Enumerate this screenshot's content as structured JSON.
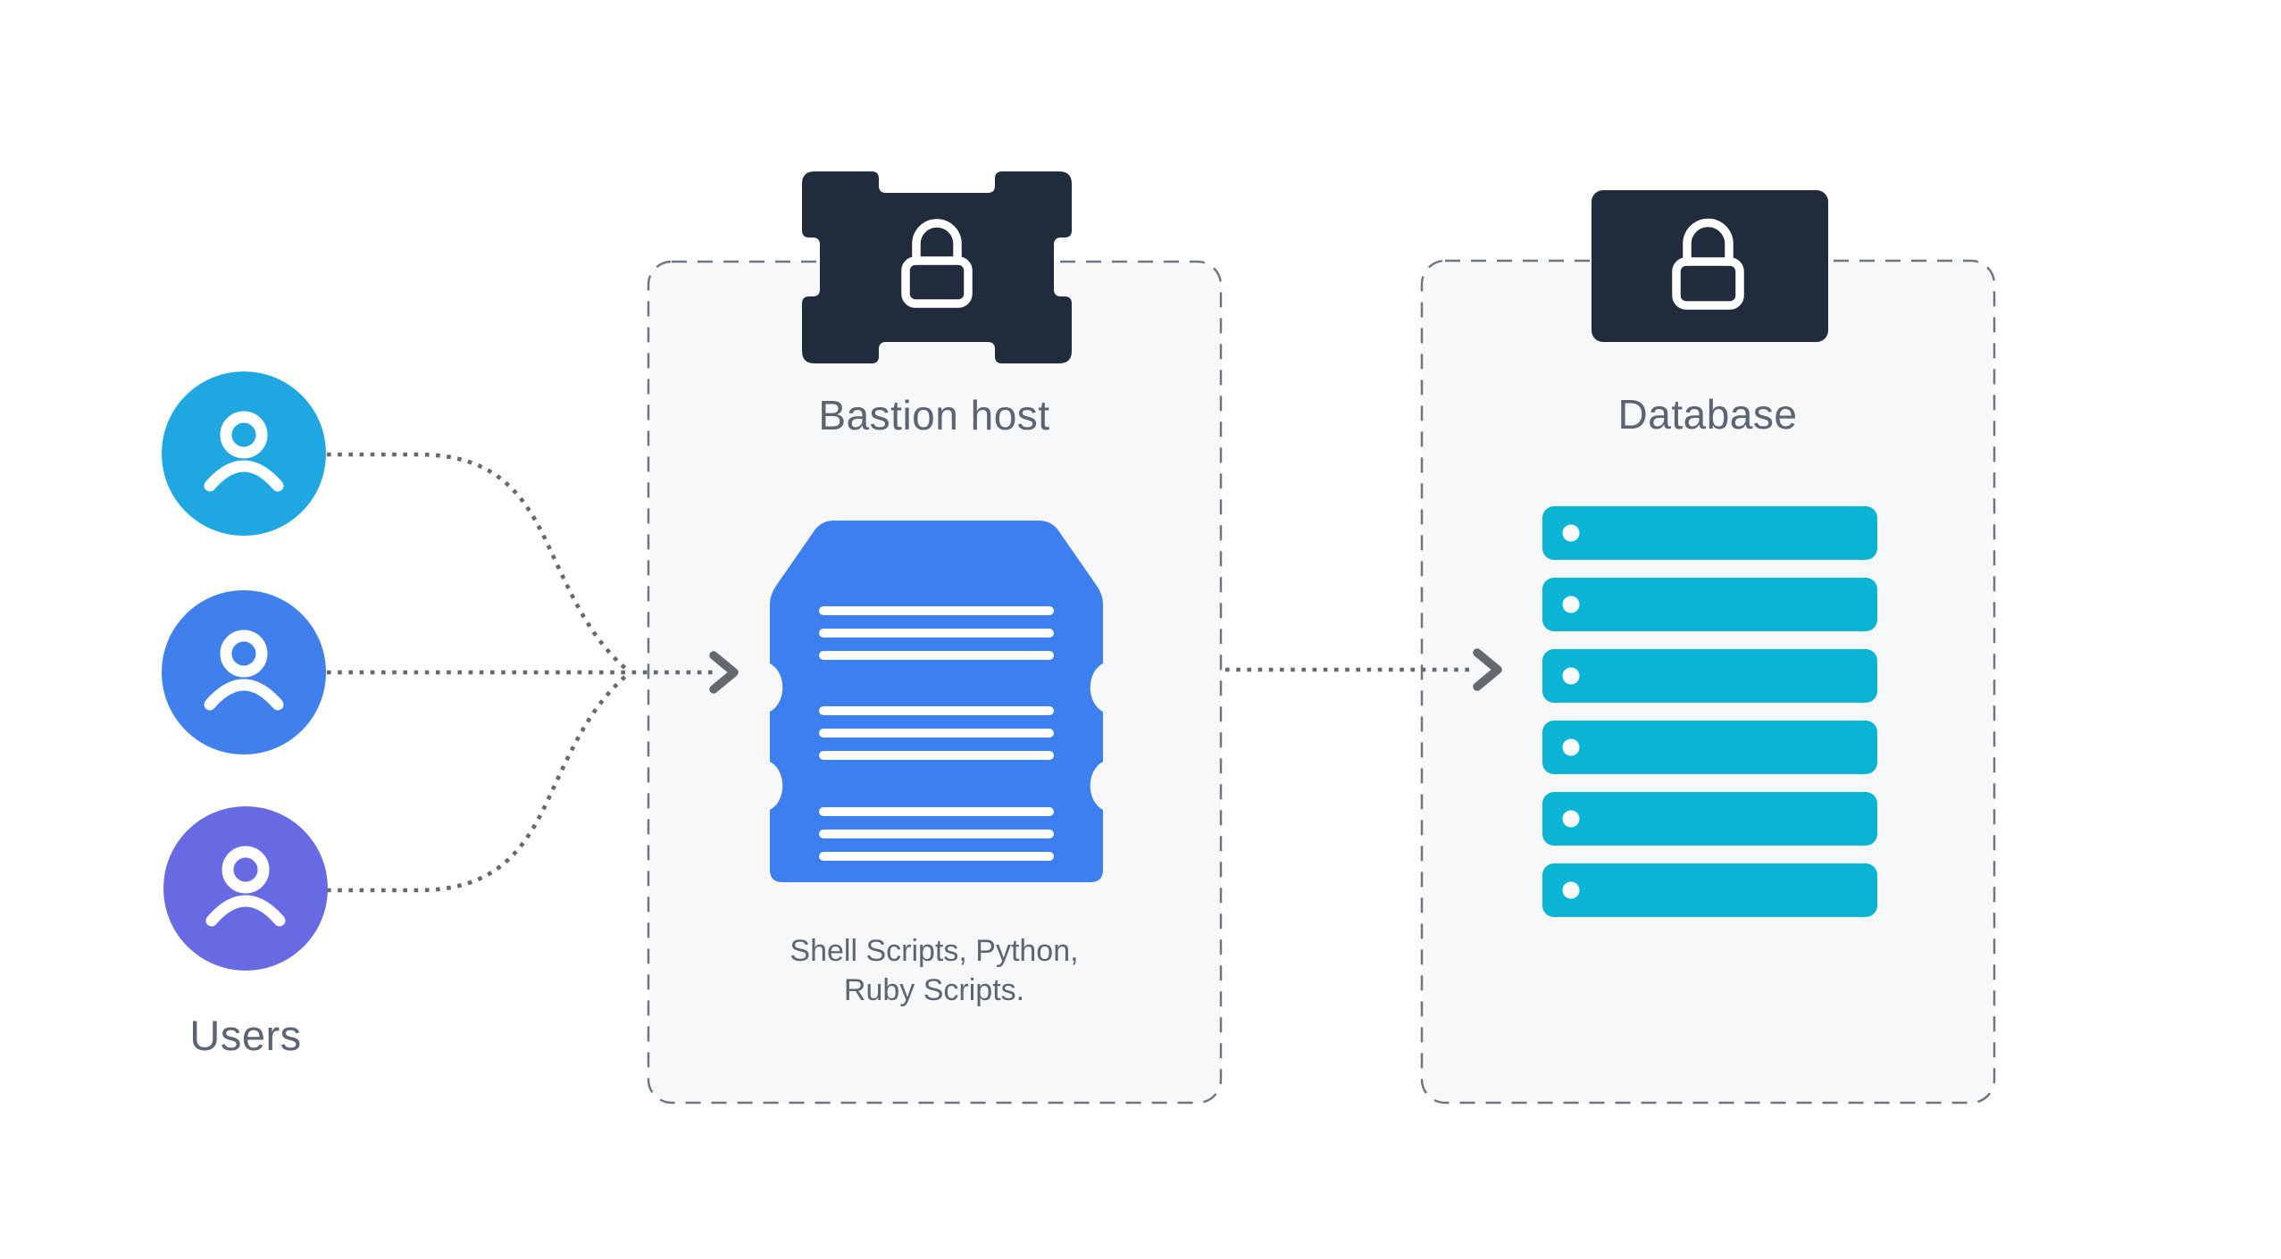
{
  "users": {
    "label": "Users",
    "nodes": [
      {
        "name": "user-1",
        "color": "#1FA7E1"
      },
      {
        "name": "user-2",
        "color": "#4080EC"
      },
      {
        "name": "user-3",
        "color": "#676AE3"
      }
    ]
  },
  "bastion": {
    "title": "Bastion host",
    "caption": [
      "Shell Scripts, Python,",
      "Ruby Scripts."
    ]
  },
  "database": {
    "title": "Database",
    "row_count": 6
  },
  "colors": {
    "user_1": "#1FA7E1",
    "user_2": "#4080EC",
    "user_3": "#676AE3",
    "server_stack_blue": "#3E7FEF",
    "security_navy": "#202B3B",
    "database_row_teal": "#0BB3D4",
    "panel_fill": "#F7F8FA",
    "panel_border": "#6F7680",
    "connector_gray": "#63696F",
    "label_gray": "#5B6472",
    "white": "#FFFFFF"
  }
}
